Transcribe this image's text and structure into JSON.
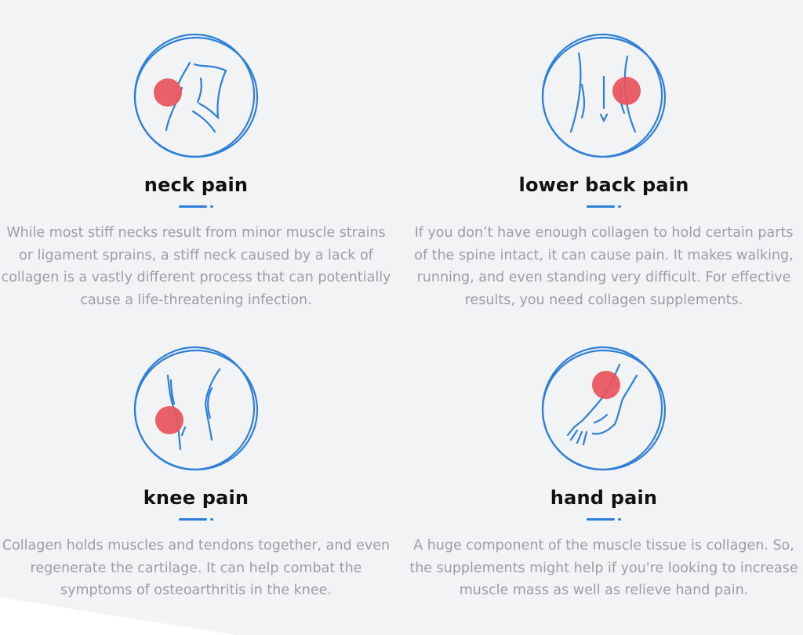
{
  "cards": [
    {
      "icon": "neck-pain-icon",
      "title": "neck pain",
      "description": "While most stiff necks result from minor muscle strains or ligament sprains, a stiff neck caused by a lack of collagen is a vastly different process that can potentially cause a life-threatening infection."
    },
    {
      "icon": "lower-back-pain-icon",
      "title": "lower back pain",
      "description": "If you don’t have enough collagen to hold certain parts of the spine intact, it can cause pain. It makes walking, running, and even standing very difficult. For effective results, you need collagen supplements."
    },
    {
      "icon": "knee-pain-icon",
      "title": "knee pain",
      "description": "Collagen holds muscles and tendons together, and even regenerate the cartilage. It can help combat the symptoms of osteoarthritis in the knee."
    },
    {
      "icon": "hand-pain-icon",
      "title": "hand pain",
      "description": "A huge component of the muscle tissue is collagen. So, the supplements might help if you're looking to increase muscle mass as well as relieve hand pain."
    }
  ],
  "colors": {
    "background": "#f2f3f4",
    "accent_blue": "#2d7fd8",
    "pain_spot": "#e8545c",
    "title": "#111111",
    "body_text": "#9a9da3"
  }
}
